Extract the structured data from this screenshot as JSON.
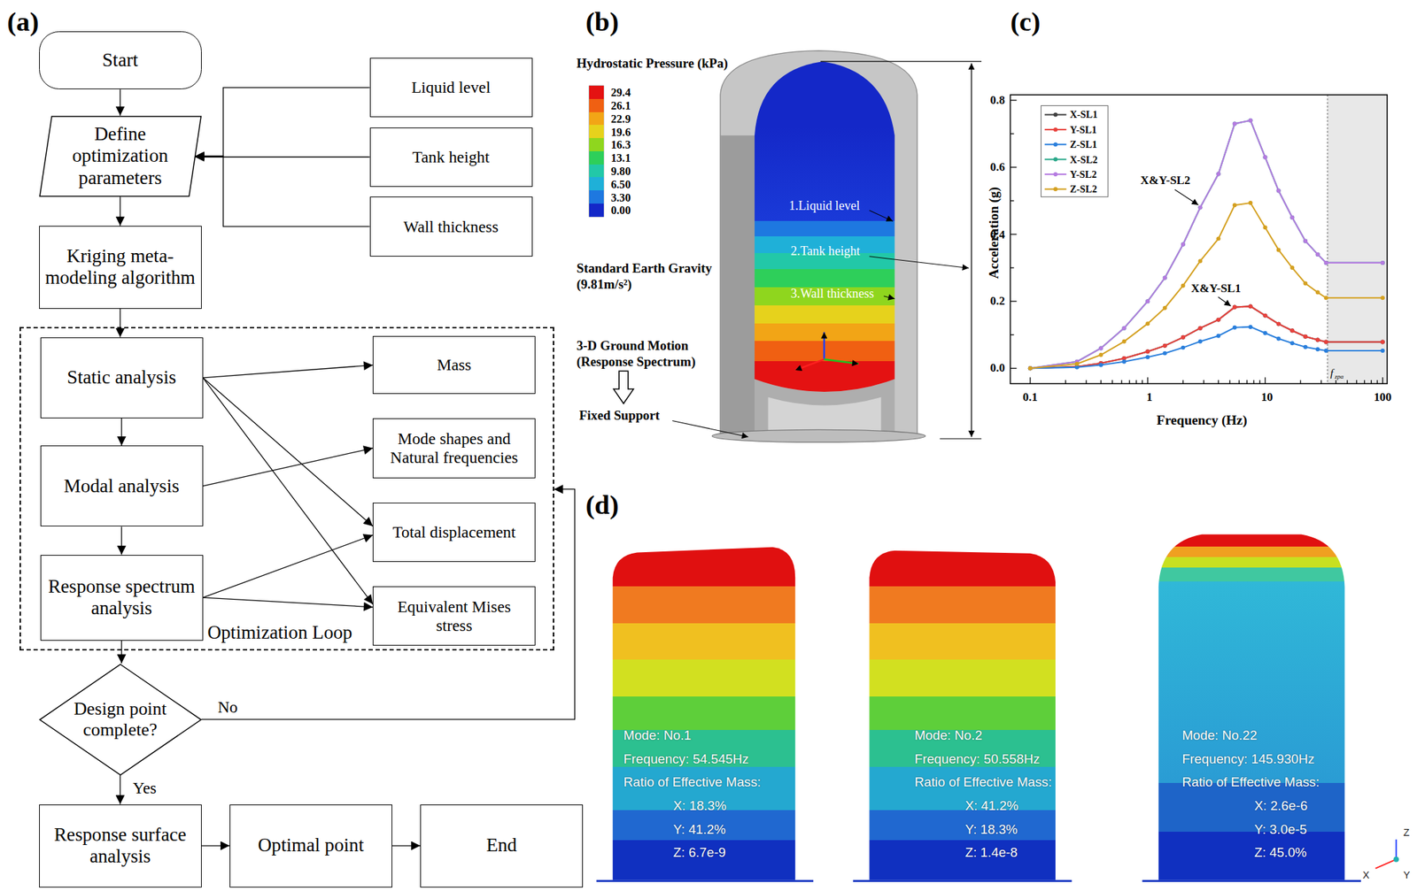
{
  "diagram": {
    "nodes": [
      {
        "text": [
          "Start"
        ]
      },
      {
        "text": [
          "Define optimization parameters"
        ]
      },
      {
        "text": [
          "Liquid level"
        ]
      },
      {
        "text": [
          "Tank height"
        ]
      },
      {
        "text": [
          "Wall thickness"
        ]
      },
      {
        "text": [
          "Kriging meta-modeling algorithm"
        ]
      },
      {
        "text": [
          "Optimization Loop"
        ]
      },
      {
        "text": [
          "Static analysis"
        ],
        "in": 6
      },
      {
        "text": [
          "Modal analysis"
        ],
        "in": 6
      },
      {
        "text": [
          "Response spectrum analysis"
        ],
        "in": 6
      },
      {
        "text": [
          "Mass"
        ],
        "in": 6
      },
      {
        "text": [
          "Mode shapes and Natural frequencies"
        ],
        "in": 6
      },
      {
        "text": [
          "Total displacement"
        ],
        "in": 6
      },
      {
        "text": [
          "Equivalent Mises stress"
        ],
        "in": 6
      },
      {
        "text": [
          "Design point complete?"
        ]
      },
      {
        "text": [
          "Response surface analysis"
        ]
      },
      {
        "text": [
          "Optimal point"
        ]
      },
      {
        "text": [
          "End"
        ]
      }
    ],
    "edges": [
      {
        "from": 0,
        "to": 1,
        "arrow": "to"
      },
      {
        "from": 2,
        "to": 1,
        "arrow": "to"
      },
      {
        "from": 3,
        "to": 1,
        "arrow": "to"
      },
      {
        "from": 4,
        "to": 1,
        "arrow": "to"
      },
      {
        "from": 1,
        "to": 5,
        "arrow": "to"
      },
      {
        "from": 5,
        "to": 7,
        "arrow": "to"
      },
      {
        "from": 7,
        "to": 8,
        "arrow": "to"
      },
      {
        "from": 8,
        "to": 9,
        "arrow": "to"
      },
      {
        "from": 7,
        "to": 10,
        "arrow": "to"
      },
      {
        "from": 7,
        "to": 12,
        "arrow": "to"
      },
      {
        "from": 7,
        "to": 13,
        "arrow": "to"
      },
      {
        "from": 8,
        "to": 11,
        "arrow": "to"
      },
      {
        "from": 9,
        "to": 12,
        "arrow": "to"
      },
      {
        "from": 9,
        "to": 13,
        "arrow": "to"
      },
      {
        "from": 9,
        "to": 14,
        "arrow": "to"
      },
      {
        "from": 14,
        "to": 6,
        "label": "No",
        "arrow": "to"
      },
      {
        "from": 14,
        "to": 15,
        "label": "Yes",
        "arrow": "to"
      },
      {
        "from": 15,
        "to": 16,
        "arrow": "to"
      },
      {
        "from": 16,
        "to": 17,
        "arrow": "to"
      }
    ],
    "labels": [
      "(a)",
      "(b)",
      "(c)",
      "(d)",
      "Hydrostatic Pressure (kPa)",
      "1.Liquid level",
      "2.Tank height",
      "3.Wall thickness",
      "Standard Earth Gravity",
      "(9.81m/s²)",
      "3-D Ground Motion",
      "(Response Spectrum)",
      "Fixed Support",
      "Acceleration (g)",
      "Frequency (Hz)",
      "0.0",
      "0.2",
      "0.4",
      "0.6",
      "0.8",
      "0.1",
      "1",
      "10",
      "100",
      "X&Y-SL2",
      "X&Y-SL1",
      "f",
      "zpa",
      "Mode: No.1",
      "Frequency: 54.545Hz",
      "Ratio of Effective Mass:",
      "X: 18.3%",
      "Y: 41.2%",
      "Z: 6.7e-9",
      "Mode: No.2",
      "Frequency: 50.558Hz",
      "Ratio of Effective Mass:",
      "X: 41.2%",
      "Y: 18.3%",
      "Z: 1.4e-8",
      "Mode: No.22",
      "Frequency: 145.930Hz",
      "Ratio of Effective Mass:",
      "X: 2.6e-6",
      "Y: 3.0e-5",
      "Z: 45.0%",
      "Z",
      "X",
      "Y"
    ],
    "legend": [
      {
        "text": "29.4",
        "color": "#e41212"
      },
      {
        "text": "26.1",
        "color": "#f06012"
      },
      {
        "text": "22.9",
        "color": "#f2a516"
      },
      {
        "text": "19.6",
        "color": "#e6d21c"
      },
      {
        "text": "16.3",
        "color": "#8fd61e"
      },
      {
        "text": "13.1",
        "color": "#2ecf5a"
      },
      {
        "text": "9.80",
        "color": "#22c8a8"
      },
      {
        "text": "6.50",
        "color": "#1fb0d8"
      },
      {
        "text": "3.30",
        "color": "#1e78e0"
      },
      {
        "text": "0.00",
        "color": "#1428c8"
      },
      {
        "text": "X-SL1"
      },
      {
        "text": "Y-SL1"
      },
      {
        "text": "Z-SL1"
      },
      {
        "text": "X-SL2"
      },
      {
        "text": "Y-SL2"
      },
      {
        "text": "Z-SL2"
      }
    ]
  }
}
